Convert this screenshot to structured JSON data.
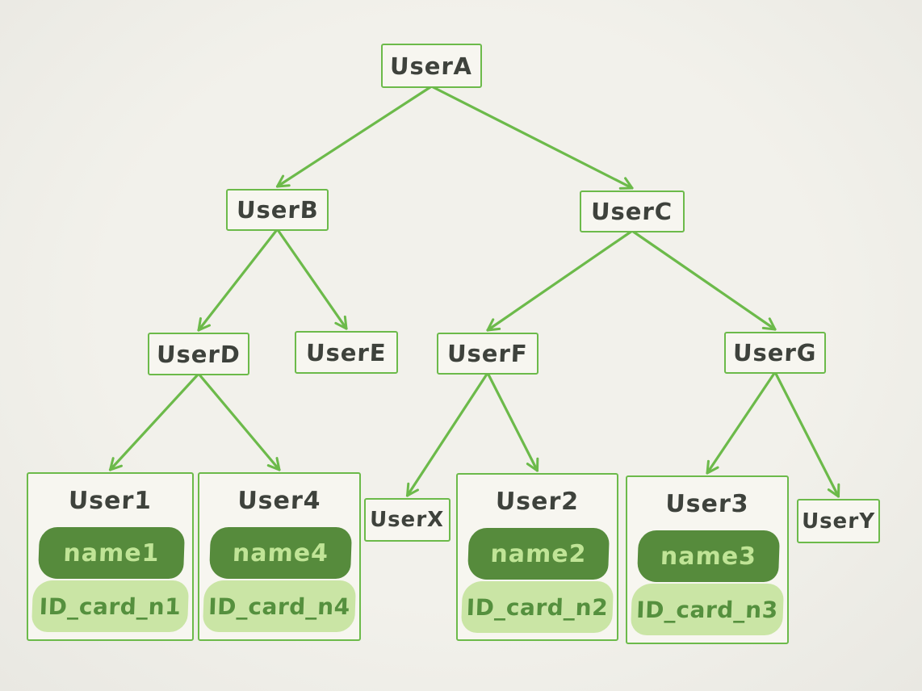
{
  "diagram": {
    "type": "tree",
    "description": "Hand-drawn style user hierarchy tree; leaf cards hold a name tag and an ID card tag"
  },
  "colors": {
    "background": "#f2f1eb",
    "stroke": "#6cba4a",
    "node_fill": "#f7f6f0",
    "text": "#3e423c",
    "pill_dark": "#568b3c",
    "pill_dark_text": "#c0e496",
    "pill_light": "#cae5a5",
    "pill_light_text": "#55903e"
  },
  "nodes": [
    {
      "id": "userA",
      "label": "UserA"
    },
    {
      "id": "userB",
      "label": "UserB"
    },
    {
      "id": "userC",
      "label": "UserC"
    },
    {
      "id": "userD",
      "label": "UserD"
    },
    {
      "id": "userE",
      "label": "UserE"
    },
    {
      "id": "userF",
      "label": "UserF"
    },
    {
      "id": "userG",
      "label": "UserG"
    },
    {
      "id": "user1",
      "label": "User1",
      "name_tag": "name1",
      "id_tag": "ID_card_n1"
    },
    {
      "id": "user4",
      "label": "User4",
      "name_tag": "name4",
      "id_tag": "ID_card_n4"
    },
    {
      "id": "userX",
      "label": "UserX"
    },
    {
      "id": "user2",
      "label": "User2",
      "name_tag": "name2",
      "id_tag": "ID_card_n2"
    },
    {
      "id": "user3",
      "label": "User3",
      "name_tag": "name3",
      "id_tag": "ID_card_n3"
    },
    {
      "id": "userY",
      "label": "UserY"
    }
  ],
  "edges": [
    [
      "userA",
      "userB"
    ],
    [
      "userA",
      "userC"
    ],
    [
      "userB",
      "userD"
    ],
    [
      "userB",
      "userE"
    ],
    [
      "userC",
      "userF"
    ],
    [
      "userC",
      "userG"
    ],
    [
      "userD",
      "user1"
    ],
    [
      "userD",
      "user4"
    ],
    [
      "userF",
      "userX"
    ],
    [
      "userF",
      "user2"
    ],
    [
      "userG",
      "user3"
    ],
    [
      "userG",
      "userY"
    ]
  ]
}
